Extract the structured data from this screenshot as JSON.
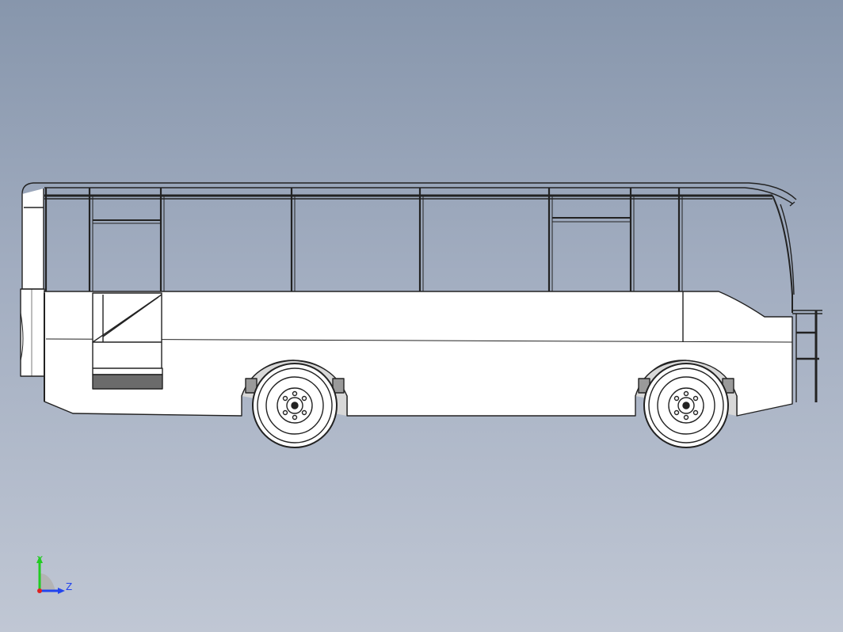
{
  "viewport": {
    "background_top": "#8796ac",
    "background_bottom": "#c0c7d4",
    "view": "side (right)"
  },
  "model": {
    "type": "bus-3d-model",
    "line_color": "#222222",
    "body_color": "#ffffff",
    "shadow_color": "#6b6b6b"
  },
  "triad": {
    "y_label": "Y",
    "z_label": "Z",
    "y_color": "#22cc22",
    "z_color": "#2244ee",
    "origin_color": "#dd2222"
  }
}
